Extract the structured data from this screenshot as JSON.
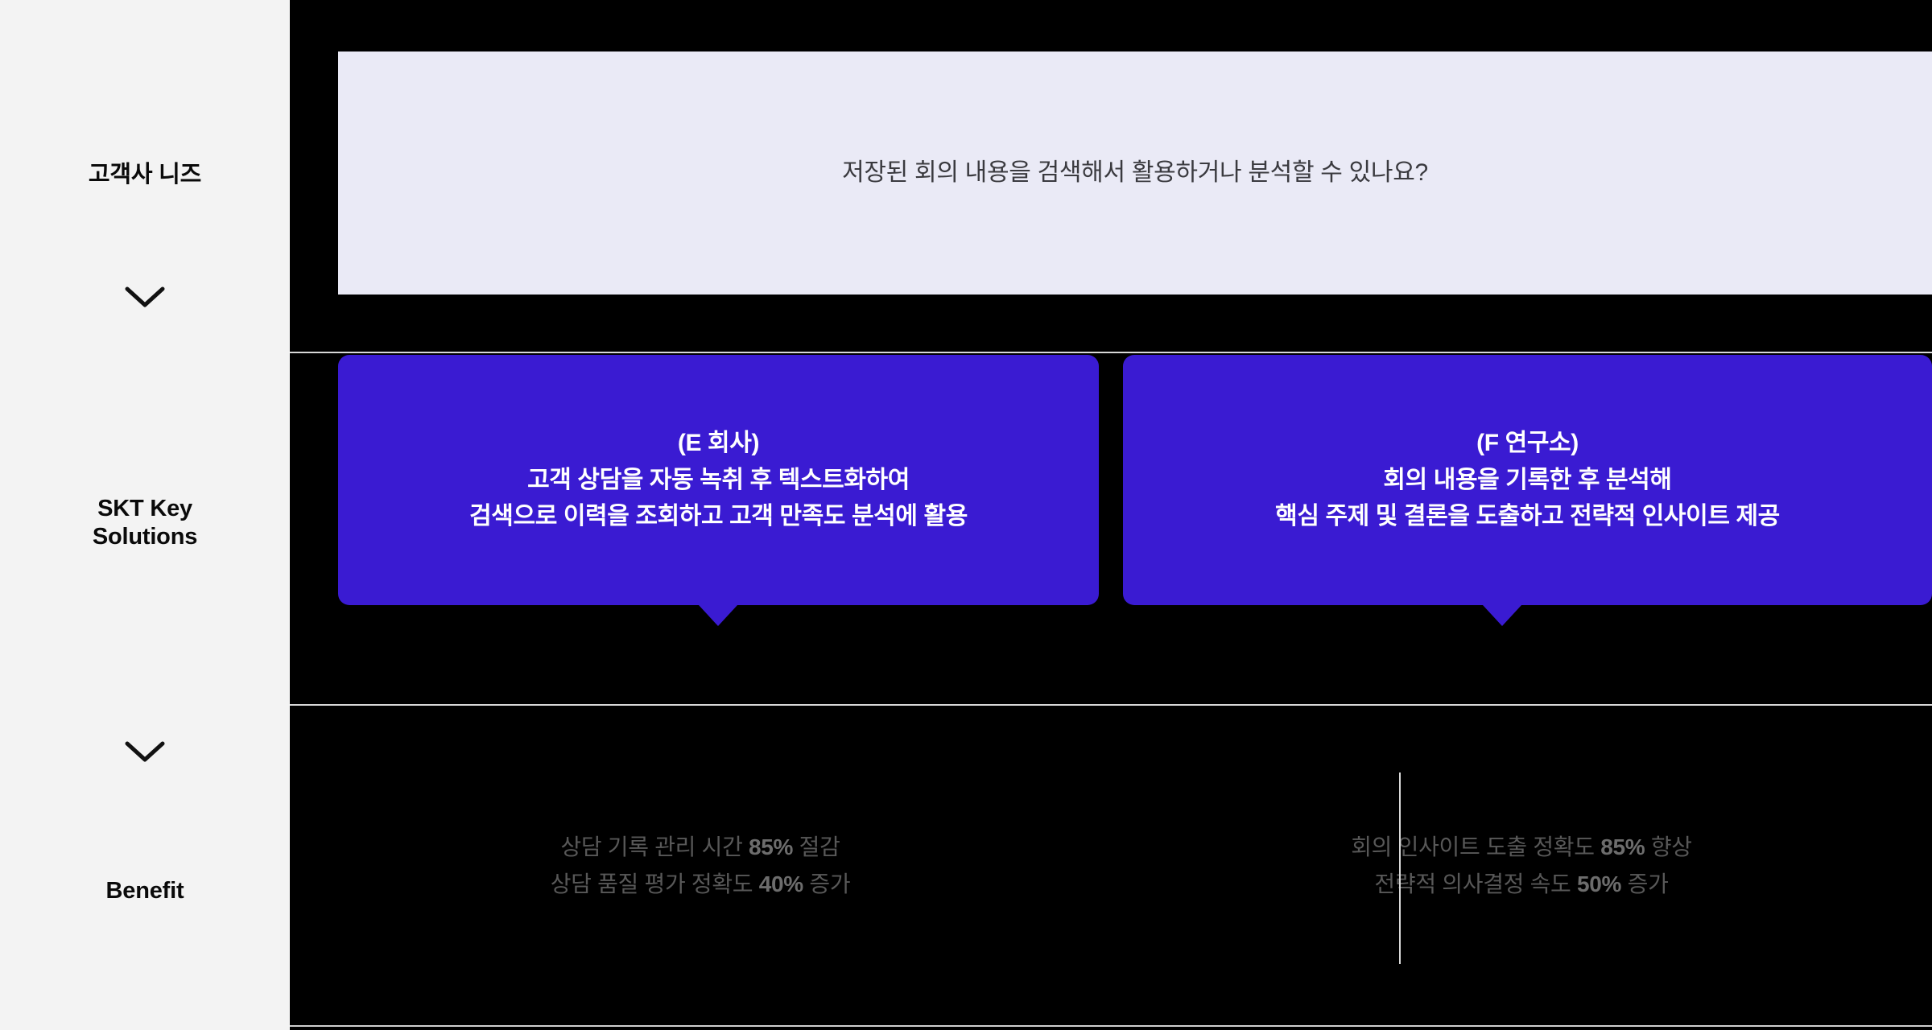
{
  "layout": {
    "background": "#000000",
    "rail_background": "#f3f3f3",
    "accent": "#3a1bd2",
    "banner_background": "#eaeaf6",
    "divider": "#d8d8d8",
    "benefit_text": "#585858"
  },
  "rail": {
    "stages": [
      {
        "label": "고객사 니즈"
      },
      {
        "label": "SKT Key\nSolutions",
        "line1": "SKT Key",
        "line2": "Solutions"
      },
      {
        "label": "Benefit"
      }
    ],
    "connectors": [
      {
        "icon": "chevron-down-icon"
      },
      {
        "icon": "chevron-down-icon"
      }
    ]
  },
  "needs": {
    "question": "저장된 회의 내용을 검색해서 활용하거나 분석할 수 있나요?"
  },
  "solutions": [
    {
      "company": "(E 회사)",
      "line1": "고객 상담을 자동 녹취 후 텍스트화하여",
      "line2": "검색으로 이력을 조회하고 고객 만족도 분석에 활용"
    },
    {
      "company": "(F 연구소)",
      "line1": "회의 내용을 기록한 후 분석해",
      "line2": "핵심 주제 및 결론을 도출하고 전략적 인사이트 제공"
    }
  ],
  "benefits": [
    {
      "row1_pre": "상담 기록 관리 시간 ",
      "row1_value": "85%",
      "row1_post": " 절감",
      "row2_pre": "상담 품질 평가 정확도 ",
      "row2_value": "40%",
      "row2_post": " 증가"
    },
    {
      "row1_pre": "회의 인사이트 도출 정확도 ",
      "row1_value": "85%",
      "row1_post": " 향상",
      "row2_pre": "전략적 의사결정 속도 ",
      "row2_value": "50%",
      "row2_post": " 증가"
    }
  ]
}
